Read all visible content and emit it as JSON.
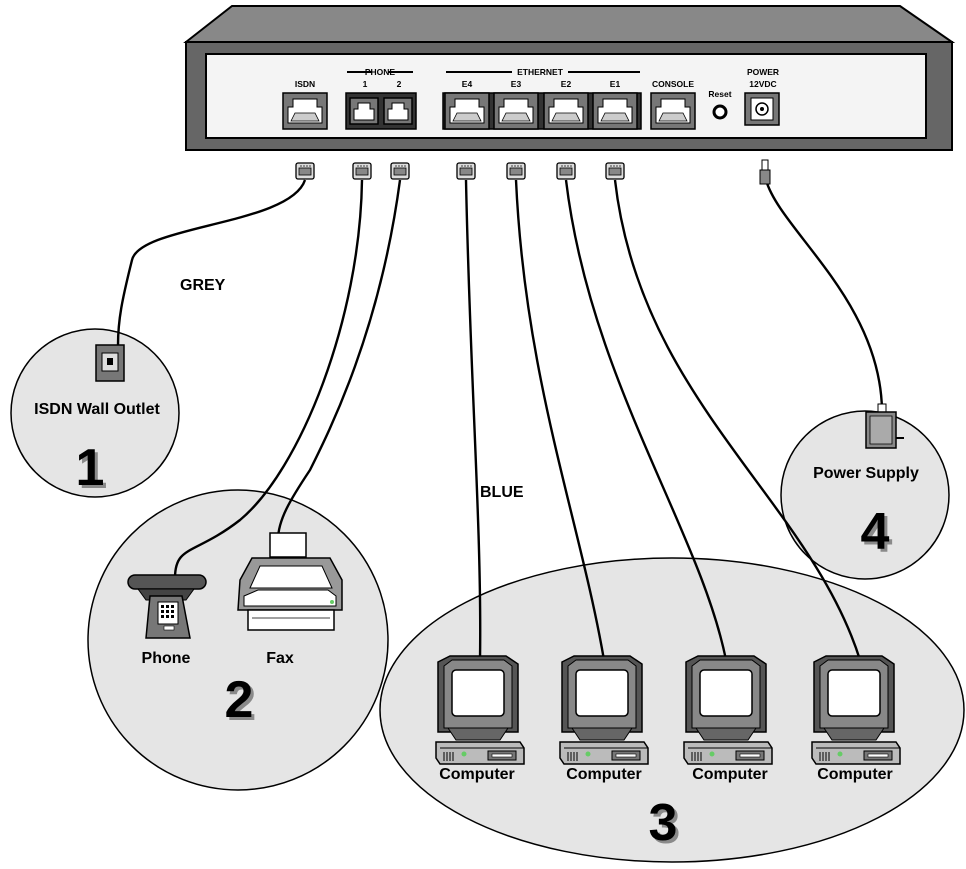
{
  "router": {
    "ports": {
      "isdn": "ISDN",
      "phone_group": "PHONE",
      "phone1": "1",
      "phone2": "2",
      "ethernet_group": "ETHERNET",
      "e4": "E4",
      "e3": "E3",
      "e2": "E2",
      "e1": "E1",
      "console": "CONSOLE",
      "reset": "Reset",
      "power": "POWER",
      "power_voltage": "12VDC"
    }
  },
  "cables": {
    "grey": "GREY",
    "blue": "BLUE"
  },
  "groups": {
    "isdn": {
      "label": "ISDN Wall Outlet",
      "number": "1"
    },
    "phone_fax": {
      "phone": "Phone",
      "fax": "Fax",
      "number": "2"
    },
    "computers": {
      "labels": [
        "Computer",
        "Computer",
        "Computer",
        "Computer"
      ],
      "number": "3"
    },
    "power": {
      "label": "Power Supply",
      "number": "4"
    }
  }
}
